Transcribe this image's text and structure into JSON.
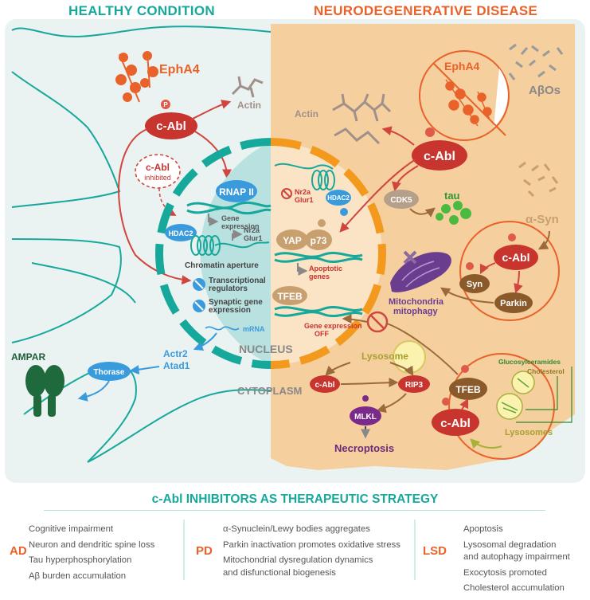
{
  "headers": {
    "healthy": "HEALTHY CONDITION",
    "disease": "NEURODEGENERATIVE DISEASE"
  },
  "labels": {
    "epha4_left": "EphA4",
    "actin_left": "Actin",
    "cabl_left": "c-Abl",
    "cabl_inhib": "c-Abl",
    "inhibited": "inhibited",
    "rnap": "RNAP II",
    "gene_expr_1": "Gene",
    "gene_expr_2": "expression",
    "hdac2_left": "HDAC2",
    "nr2a_left": "Nr2a",
    "glur1_left": "Glur1",
    "chromatin": "Chromatin aperture",
    "trans_reg_1": "Transcriptional",
    "trans_reg_2": "regulators",
    "syn_gene_1": "Synaptic gene",
    "syn_gene_2": "expression",
    "mrna": "mRNA",
    "nucleus": "NUCLEUS",
    "actr2": "Actr2",
    "atad1": "Atad1",
    "thorase": "Thorase",
    "ampar": "AMPAR",
    "cytoplasm": "CYTOPLASM",
    "nr2a_right": "Nr2a",
    "glur1_right": "Glur1",
    "hdac2_right": "HDAC2",
    "yap": "YAP",
    "p73": "p73",
    "apop_1": "Apoptotic",
    "apop_2": "genes",
    "tfeb_nuc": "TFEB",
    "gene_off_1": "Gene expression",
    "gene_off_2": "OFF",
    "actin_right": "Actin",
    "epha4_right": "EphA4",
    "abos": "AβOs",
    "cabl_right": "c-Abl",
    "cdk5": "CDK5",
    "tau": "tau",
    "asyn": "α-Syn",
    "cabl_pd": "c-Abl",
    "syn": "Syn",
    "parkin": "Parkin",
    "mito_1": "Mitochondria",
    "mito_2": "mitophagy",
    "lysosome": "Lysosome",
    "cabl_small": "c-Abl",
    "rip3": "RIP3",
    "mlkl": "MLKL",
    "necroptosis": "Necroptosis",
    "glucosyl": "Glucosylceramides",
    "cholesterol": "Cholesterol",
    "tfeb_lsd": "TFEB",
    "cabl_lsd": "c-Abl",
    "lysosomes": "Lysosomes",
    "p": "P"
  },
  "strategy": {
    "title": "c-Abl INHIBITORS AS THERAPEUTIC STRATEGY"
  },
  "diseases": [
    {
      "abbr": "AD",
      "items": [
        "Cognitive impairment",
        "Neuron and dendritic spine loss",
        "Tau hyperphosphorylation",
        "Aβ burden accumulation"
      ]
    },
    {
      "abbr": "PD",
      "items": [
        "α-Synuclein/Lewy bodies aggregates",
        "Parkin inactivation promotes oxidative stress",
        "Mitochondrial dysregulation dynamics",
        "and disfunctional biogenesis"
      ]
    },
    {
      "abbr": "LSD",
      "items": [
        "Apoptosis",
        "Lysosomal degradation",
        "and autophagy impairment",
        "Exocytosis promoted",
        "Cholesterol accumulation"
      ]
    }
  ],
  "colors": {
    "teal": "#17a89c",
    "orange": "#e8622a",
    "cabl_red": "#c8342e",
    "nucleus_orange": "#f39a1e",
    "peach": "#f6cf9f"
  }
}
